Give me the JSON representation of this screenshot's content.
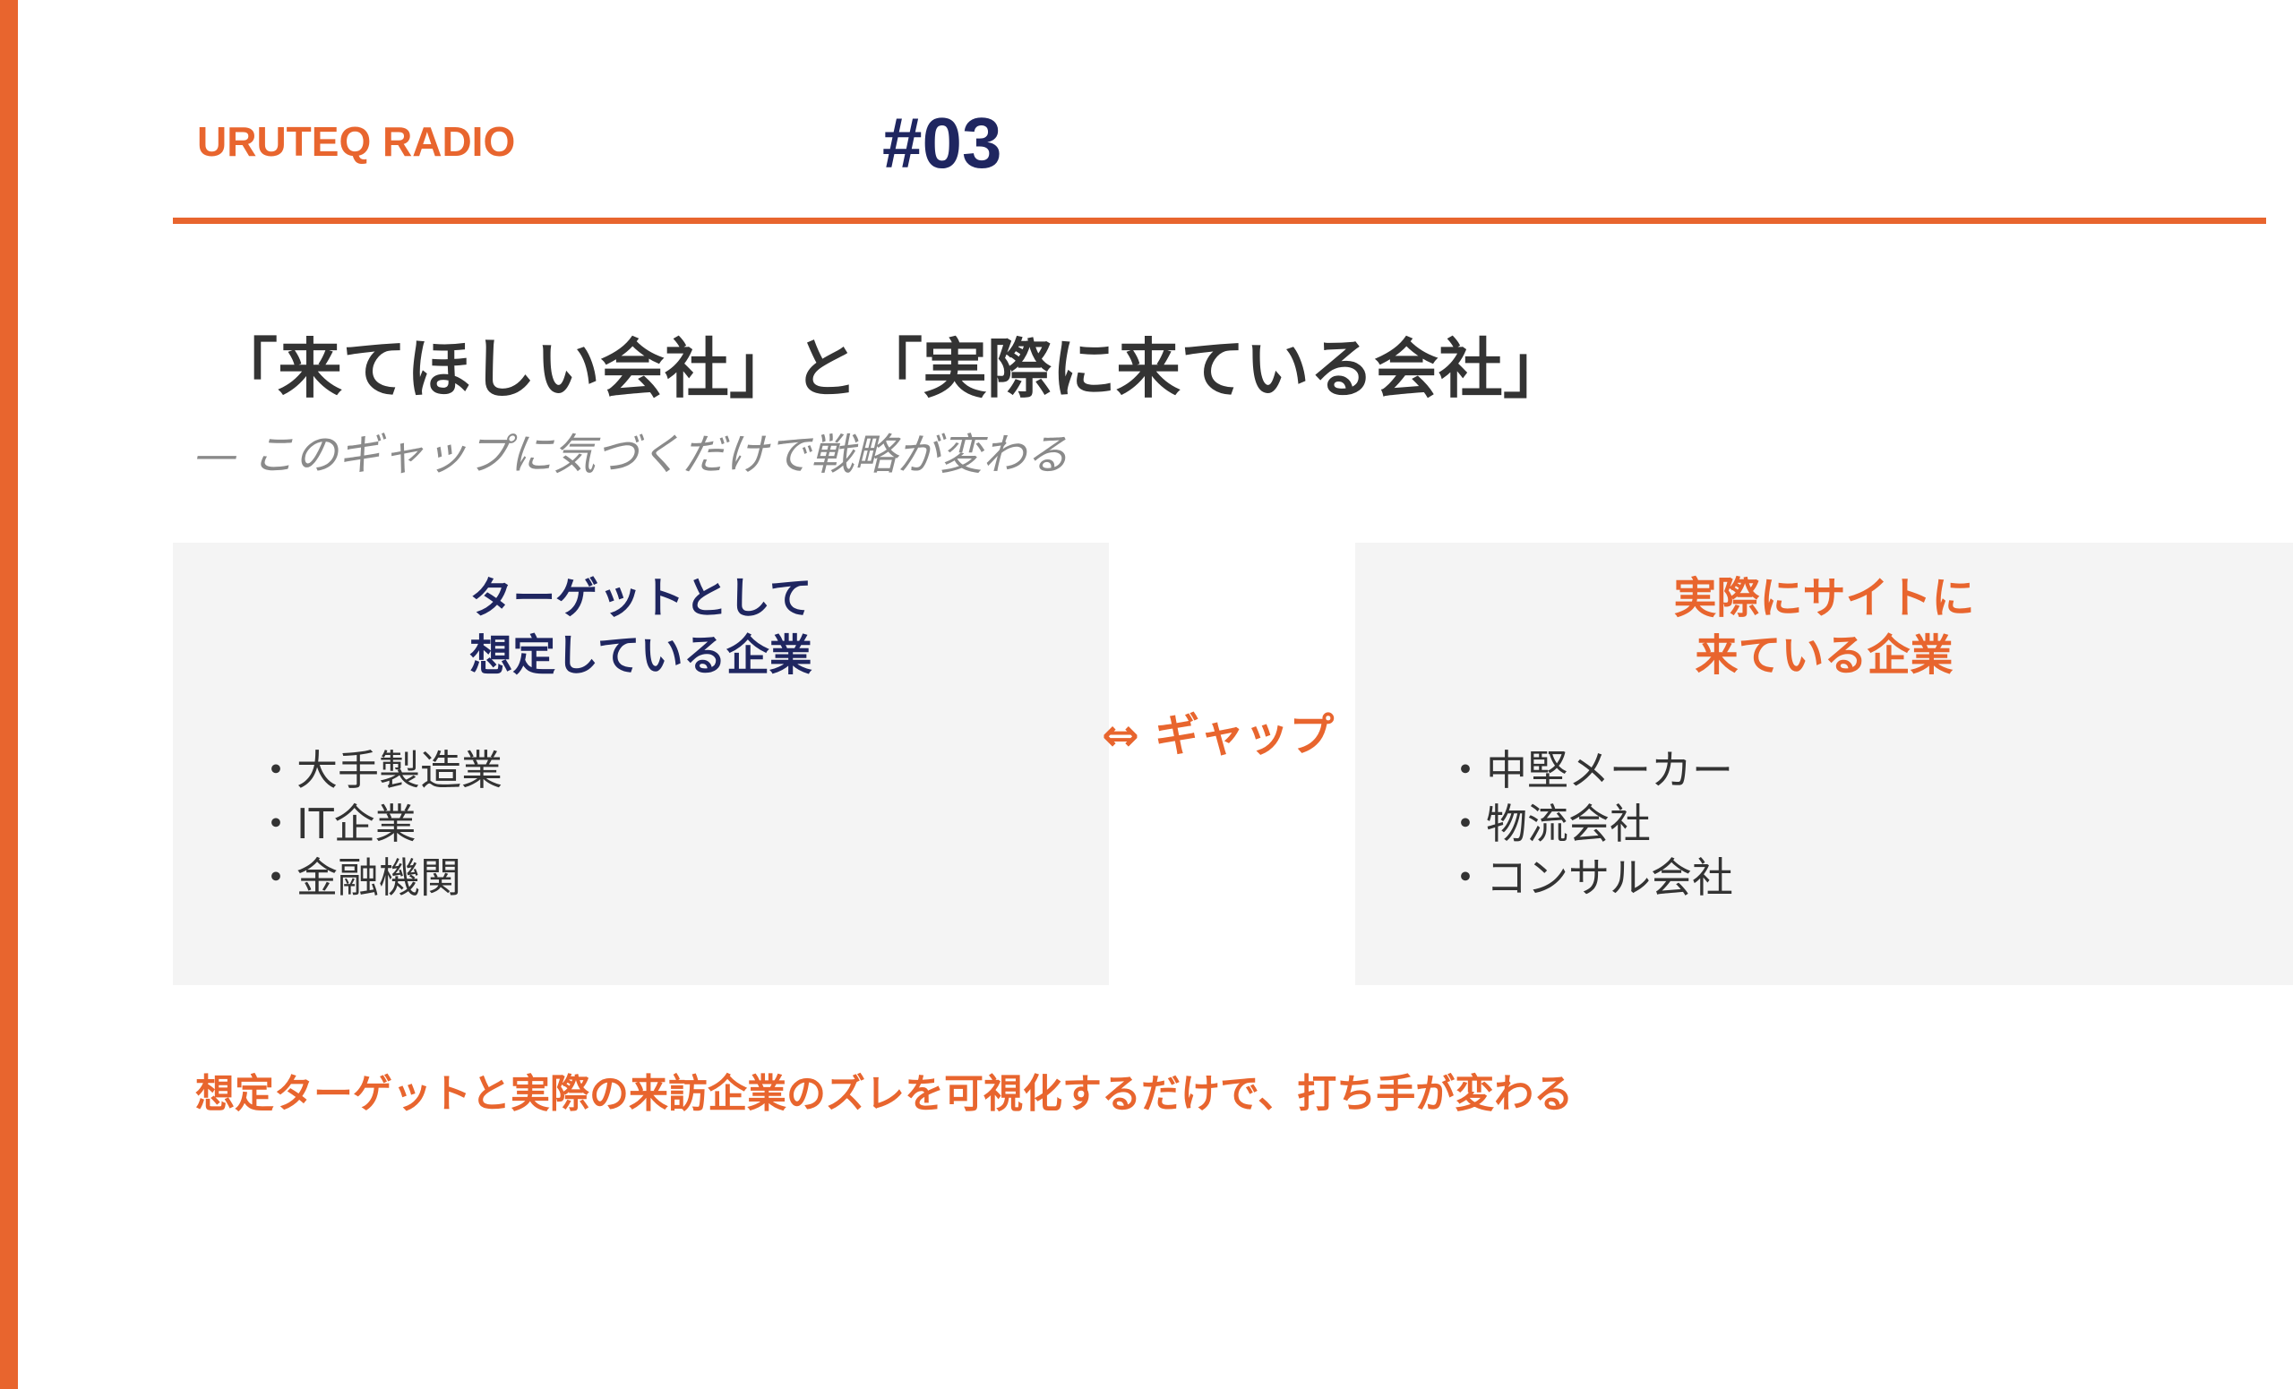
{
  "colors": {
    "accent": "#E8652E",
    "navy": "#1F2660",
    "text": "#333333",
    "muted": "#8A8A8A",
    "panel_bg": "#F4F4F4",
    "background": "#FFFFFF"
  },
  "header": {
    "brand": "URUTEQ RADIO",
    "episode": "#03"
  },
  "title": "「来てほしい会社」と「実際に来ている会社」",
  "subtitle": "— このギャップに気づくだけで戦略が変わる",
  "left_panel": {
    "heading_line1": "ターゲットとして",
    "heading_line2": "想定している企業",
    "items": [
      "・大手製造業",
      "・IT企業",
      "・金融機関"
    ]
  },
  "gap_label": "⇔ ギャップ",
  "right_panel": {
    "heading_line1": "実際にサイトに",
    "heading_line2": "来ている企業",
    "items": [
      "・中堅メーカー",
      "・物流会社",
      "・コンサル会社"
    ]
  },
  "conclusion": "想定ターゲットと実際の来訪企業のズレを可視化するだけで、打ち手が変わる"
}
